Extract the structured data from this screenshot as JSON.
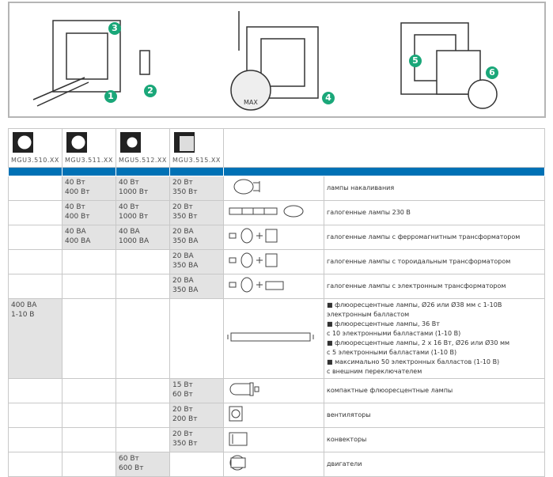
{
  "steps": [
    "1",
    "2",
    "3",
    "4",
    "5",
    "6"
  ],
  "illustration": {
    "knob_label": "MAX"
  },
  "columns": [
    "MGU3.510.XX",
    "MGU3.511.XX",
    "MGU5.512.XX",
    "MGU3.515.XX"
  ],
  "rows": [
    {
      "c": [
        "",
        "40 Вт\n400 Вт",
        "40 Вт\n1000 Вт",
        "20 Вт\n350 Вт"
      ],
      "icon": "incandescent-lamp-icon",
      "desc": "лампы накаливания"
    },
    {
      "c": [
        "",
        "40 Вт\n400 Вт",
        "40 Вт\n1000 Вт",
        "20 Вт\n350 Вт"
      ],
      "icon": "halogen-lamp-icon",
      "desc": "галогенные лампы 230 В"
    },
    {
      "c": [
        "",
        "40 ВА\n400 ВА",
        "40 ВА\n1000 ВА",
        "20 ВА\n350 ВА"
      ],
      "icon": "halogen-ferromagnetic-transformer-icon",
      "desc": "галогенные лампы с ферромагнитным трансформатором"
    },
    {
      "c": [
        "",
        "",
        "",
        "20 ВА\n350 ВА"
      ],
      "icon": "halogen-toroidal-transformer-icon",
      "desc": "галогенные лампы с тороидальным трансформатором"
    },
    {
      "c": [
        "",
        "",
        "",
        "20 ВА\n350 ВА"
      ],
      "icon": "halogen-electronic-transformer-icon",
      "desc": "галогенные лампы с электронным трансформатором"
    },
    {
      "c": [
        "400 ВА\n1-10 В",
        "",
        "",
        ""
      ],
      "icon": "fluorescent-tube-icon",
      "desc_list": [
        "■ флюоресцентные лампы, Ø26 или  Ø38 мм с 1-10В",
        "электронным балластом",
        "■ флюоресцентные лампы, 36 Вт",
        "с 10 электронными балластами (1-10 В)",
        "■ флюоресцентные лампы, 2 x 16 Вт, Ø26 или Ø30 мм",
        "с 5 электронными балластами (1-10 В)",
        "■ максимально 50 электронных балластов (1-10 В)",
        "с внешним переключателем"
      ]
    },
    {
      "c": [
        "",
        "",
        "",
        "15 Вт\n60 Вт"
      ],
      "icon": "compact-fluorescent-lamp-icon",
      "desc": "компактные флюоресцентные лампы"
    },
    {
      "c": [
        "",
        "",
        "",
        "20 Вт\n200 Вт"
      ],
      "icon": "fan-icon",
      "desc": "вентиляторы"
    },
    {
      "c": [
        "",
        "",
        "",
        "20 Вт\n350 Вт"
      ],
      "icon": "convector-icon",
      "desc": "конвекторы"
    },
    {
      "c": [
        "",
        "",
        "60 Вт\n600 Вт",
        ""
      ],
      "icon": "motor-icon",
      "desc": "двигатели"
    }
  ]
}
